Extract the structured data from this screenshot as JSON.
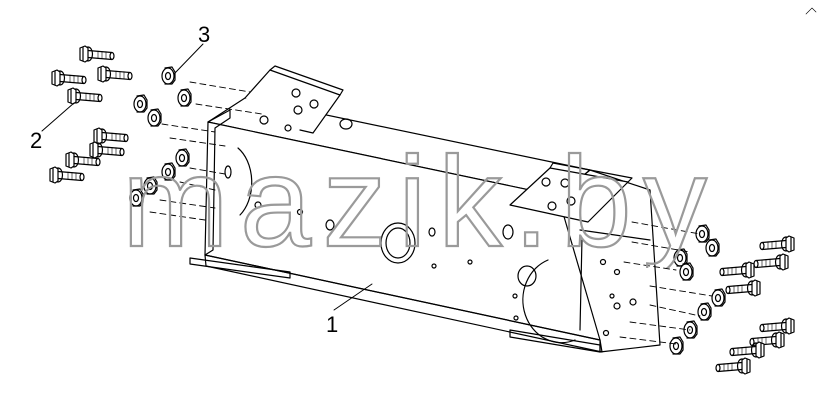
{
  "callouts": {
    "frame": "1",
    "bolt": "2",
    "nut": "3"
  },
  "watermark": {
    "text": "mazik.by"
  },
  "colors": {
    "line": "#000000",
    "watermark_stroke": "#9a9a9a"
  }
}
